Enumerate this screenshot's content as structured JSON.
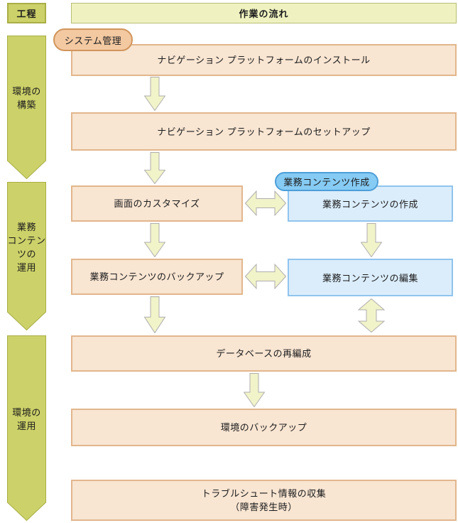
{
  "header": {
    "process_label": "工程",
    "flow_title": "作業の流れ"
  },
  "stages": [
    {
      "id": "env-build",
      "label": "環境の\n構築"
    },
    {
      "id": "content-ops",
      "label": "業務\nコンテン\nツの\n運用"
    },
    {
      "id": "env-ops",
      "label": "環境の\n運用"
    }
  ],
  "badges": {
    "system_admin": "システム管理",
    "content_creation": "業務コンテンツ作成"
  },
  "boxes": {
    "install": "ナビゲーション プラットフォームのインストール",
    "setup": "ナビゲーション プラットフォームのセットアップ",
    "customize": "画面のカスタマイズ",
    "content_backup": "業務コンテンツのバックアップ",
    "content_create": "業務コンテンツの作成",
    "content_edit": "業務コンテンツの編集",
    "db_reorg": "データベースの再編成",
    "env_backup": "環境のバックアップ",
    "troubleshoot": "トラブルシュート情報の収集\n（障害発生時）"
  },
  "colors": {
    "stage_fill": "#ccd169",
    "stage_border": "#a9ae46",
    "title_fill": "#eff2c0",
    "title_border": "#b9bd72",
    "task_fill": "#f8e5d2",
    "task_border": "#e2b68c",
    "admin_badge_fill": "#f3c9a2",
    "admin_badge_border": "#d1955c",
    "blue_task_fill": "#dbedfb",
    "blue_task_border": "#90c4ee",
    "blue_badge_fill": "#86cbf4",
    "blue_badge_border": "#4d9ed8",
    "arrow_fill": "#f1f3c9",
    "arrow_border": "#b0aeae"
  }
}
